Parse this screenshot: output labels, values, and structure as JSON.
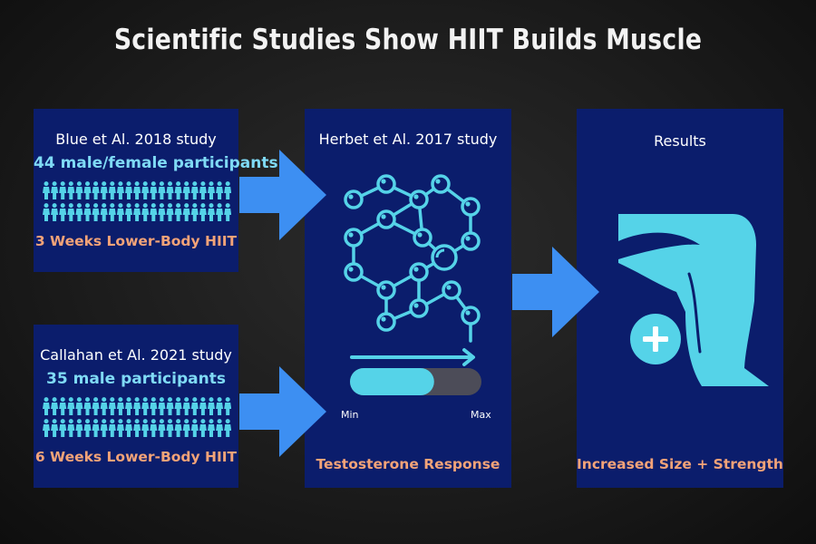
{
  "title": "Scientific Studies Show HIIT  Builds Muscle",
  "colors": {
    "panel": "#0b1d6c",
    "arrow": "#3d8ff2",
    "accent_cyan": "#7fdaf5",
    "icon_cyan": "#55d3e8",
    "accent_orange": "#f3a378"
  },
  "study1": {
    "name": "Blue et Al. 2018 study",
    "participants": "44 male/female participants",
    "protocol": "3 Weeks Lower-Body HIIT"
  },
  "study2": {
    "name": "Callahan et Al. 2021 study",
    "participants": "35 male participants",
    "protocol": "6 Weeks Lower-Body HIIT"
  },
  "study3": {
    "name": "Herbet et Al. 2017 study",
    "gauge": {
      "min_label": "Min",
      "max_label": "Max",
      "level": 0.64
    },
    "outcome": "Testosterone Response"
  },
  "results": {
    "heading": "Results",
    "outcome": "Increased Size + Strength"
  },
  "icons": {
    "people": "person-figure-icon",
    "molecule": "molecule-icon",
    "gauge": "progress-bar-icon",
    "leg": "leg-muscle-icon",
    "plus": "plus-circle-icon"
  }
}
